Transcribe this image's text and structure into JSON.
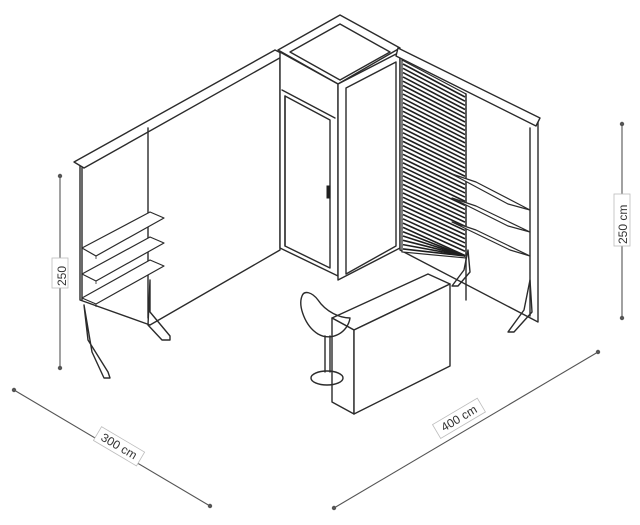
{
  "dimensions": {
    "width_label": "300 cm",
    "depth_label": "400 cm",
    "height_left_label": "250",
    "height_right_label": "250 cm"
  },
  "colors": {
    "line": "#2b2b2b",
    "slatwall": "#1e1e1e",
    "dimension": "#555555"
  },
  "icons": [
    "stand-booth-illustration",
    "door-icon",
    "counter-icon",
    "stool-icon",
    "shelf-icon"
  ]
}
